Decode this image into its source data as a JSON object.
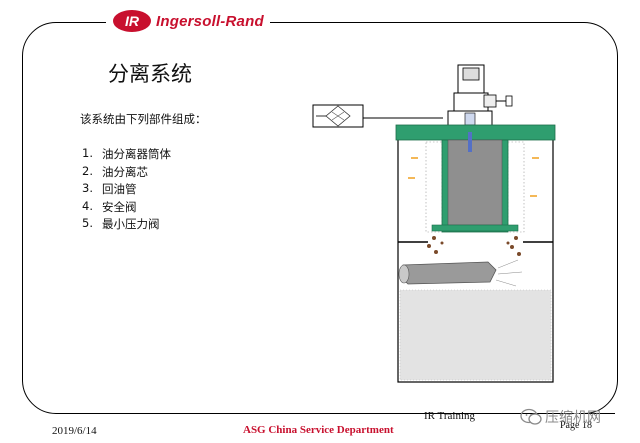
{
  "brand": {
    "logo_text": "IR",
    "name": "Ingersoll-Rand",
    "color": "#c8102e"
  },
  "slide": {
    "title": "分离系统",
    "intro": "该系统由下列部件组成：",
    "parts": [
      {
        "num": "1.",
        "label": "油分离器筒体"
      },
      {
        "num": "2.",
        "label": "油分离芯"
      },
      {
        "num": "3.",
        "label": "回油管"
      },
      {
        "num": "4.",
        "label": "安全阀"
      },
      {
        "num": "5.",
        "label": "最小压力阀"
      }
    ]
  },
  "footer": {
    "training": "IR Training",
    "page": "Page 18",
    "date": "2019/6/14",
    "department": "ASG China  Service Department"
  },
  "watermark": {
    "text": "压缩机网",
    "icon": "wechat-icon"
  },
  "colors": {
    "accent_green": "#2f9e6f",
    "oil_brown": "#7a4a2a",
    "accent_red": "#c8102e"
  }
}
